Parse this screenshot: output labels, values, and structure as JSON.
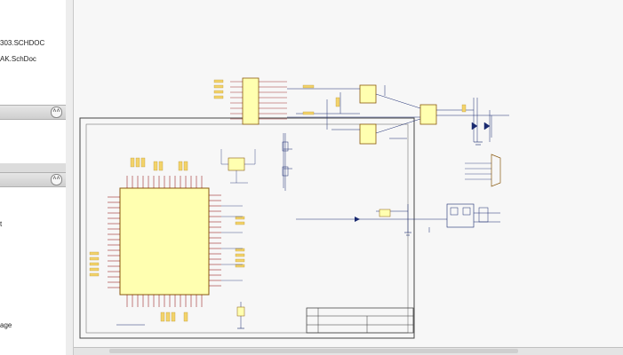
{
  "files_panel": {
    "items": [
      {
        "label": "303.SCHDOC"
      },
      {
        "label": "AK.SchDoc"
      }
    ]
  },
  "side_fragments": {
    "a": "t",
    "b": "age"
  },
  "icons": {
    "collapse": "double-chevron-up-icon"
  },
  "colors": {
    "canvas_bg": "#f7f7f7",
    "component_fill": "#ffffb0",
    "component_stroke": "#8a5a10",
    "wire": "#1a2a70",
    "label": "#8b0000"
  }
}
